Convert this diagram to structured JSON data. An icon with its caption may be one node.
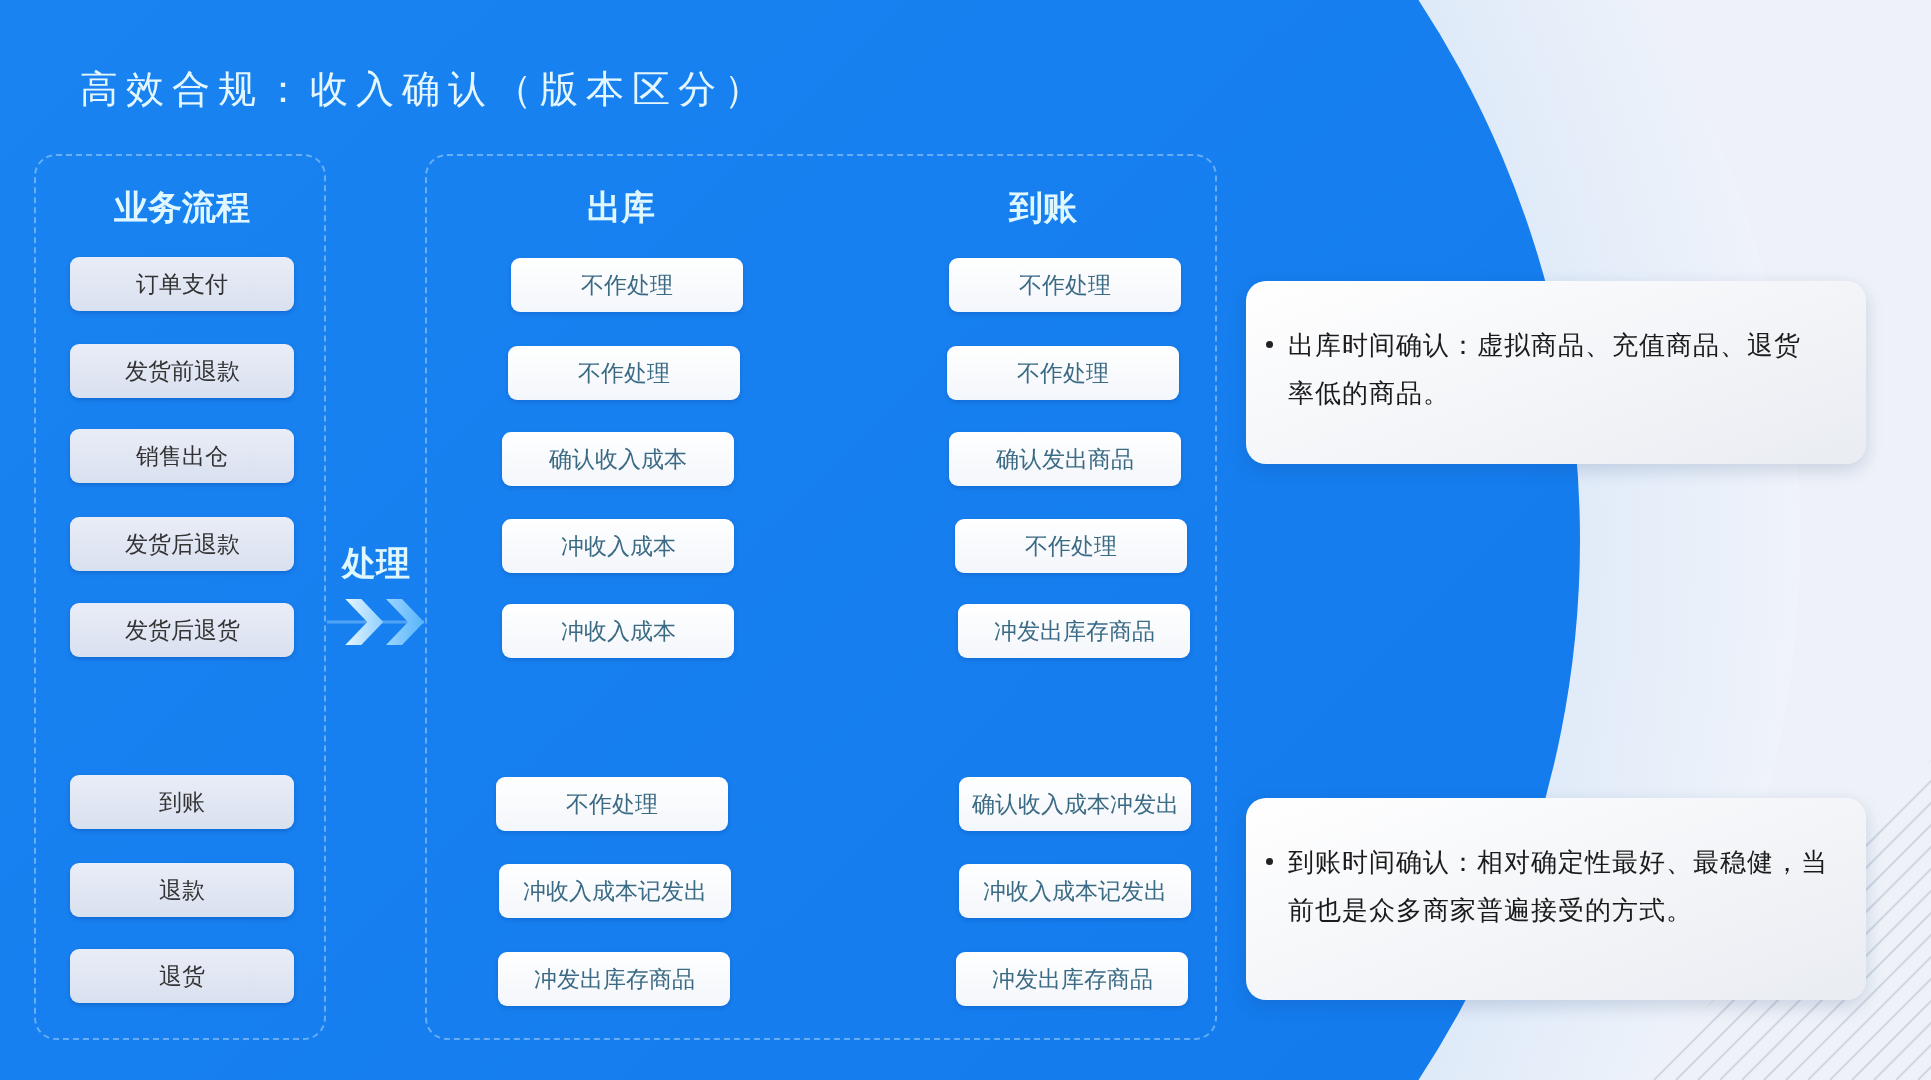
{
  "diagram": {
    "title": "高效合规：收入确认（版本区分）",
    "nodes": [
      {
        "text": [
          "业务流程"
        ]
      },
      {
        "text": [
          "订单支付"
        ],
        "in": 0
      },
      {
        "text": [
          "发货前退款"
        ],
        "in": 0
      },
      {
        "text": [
          "销售出仓"
        ],
        "in": 0
      },
      {
        "text": [
          "发货后退款"
        ],
        "in": 0
      },
      {
        "text": [
          "发货后退货"
        ],
        "in": 0
      },
      {
        "text": [
          "到账"
        ],
        "in": 0
      },
      {
        "text": [
          "退款"
        ],
        "in": 0
      },
      {
        "text": [
          "退货"
        ],
        "in": 0
      },
      {
        "text": [
          "出库",
          "到账"
        ]
      },
      {
        "text": [
          "不作处理"
        ],
        "in": 9
      },
      {
        "text": [
          "不作处理"
        ],
        "in": 9
      },
      {
        "text": [
          "不作处理"
        ],
        "in": 9
      },
      {
        "text": [
          "不作处理"
        ],
        "in": 9
      },
      {
        "text": [
          "确认收入成本"
        ],
        "in": 9
      },
      {
        "text": [
          "确认发出商品"
        ],
        "in": 9
      },
      {
        "text": [
          "冲收入成本"
        ],
        "in": 9
      },
      {
        "text": [
          "不作处理"
        ],
        "in": 9
      },
      {
        "text": [
          "冲收入成本"
        ],
        "in": 9
      },
      {
        "text": [
          "冲发出库存商品"
        ],
        "in": 9
      },
      {
        "text": [
          "不作处理"
        ],
        "in": 9
      },
      {
        "text": [
          "确认收入成本冲发出"
        ],
        "in": 9
      },
      {
        "text": [
          "冲收入成本记发出"
        ],
        "in": 9
      },
      {
        "text": [
          "冲收入成本记发出"
        ],
        "in": 9
      },
      {
        "text": [
          "冲发出库存商品"
        ],
        "in": 9
      },
      {
        "text": [
          "冲发出库存商品"
        ],
        "in": 9
      },
      {
        "text": [
          "出库时间确认：虚拟商品、充值商品、退货率低的商品。"
        ]
      },
      {
        "text": [
          "到账时间确认：相对确定性最好、最稳健，当前也是众多商家普遍接受的方式。"
        ]
      }
    ],
    "edges": [
      {
        "from": 0,
        "to": 9,
        "arrow": "to",
        "label": "处理"
      }
    ]
  }
}
